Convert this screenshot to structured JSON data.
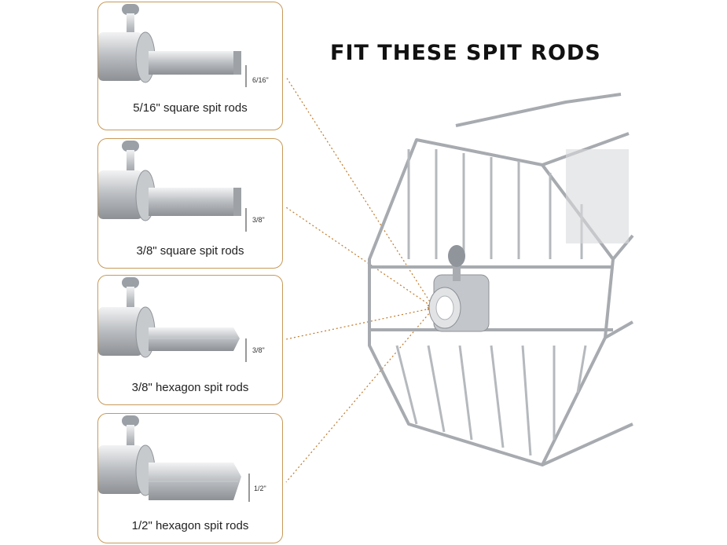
{
  "headline": "FIT THESE SPIT RODS",
  "cards": [
    {
      "caption": "5/16\" square spit rods",
      "dimension": "6/16\"",
      "shape": "square"
    },
    {
      "caption": "3/8\" square spit rods",
      "dimension": "3/8\"",
      "shape": "square"
    },
    {
      "caption": "3/8\" hexagon spit rods",
      "dimension": "3/8\"",
      "shape": "hexagon"
    },
    {
      "caption": "1/2\" hexagon spit rods",
      "dimension": "1/2\"",
      "shape": "hexagon"
    }
  ],
  "colors": {
    "card_border": "#c89a5a",
    "arrow": "#c07a2c",
    "metal": "#b8bcc0"
  }
}
